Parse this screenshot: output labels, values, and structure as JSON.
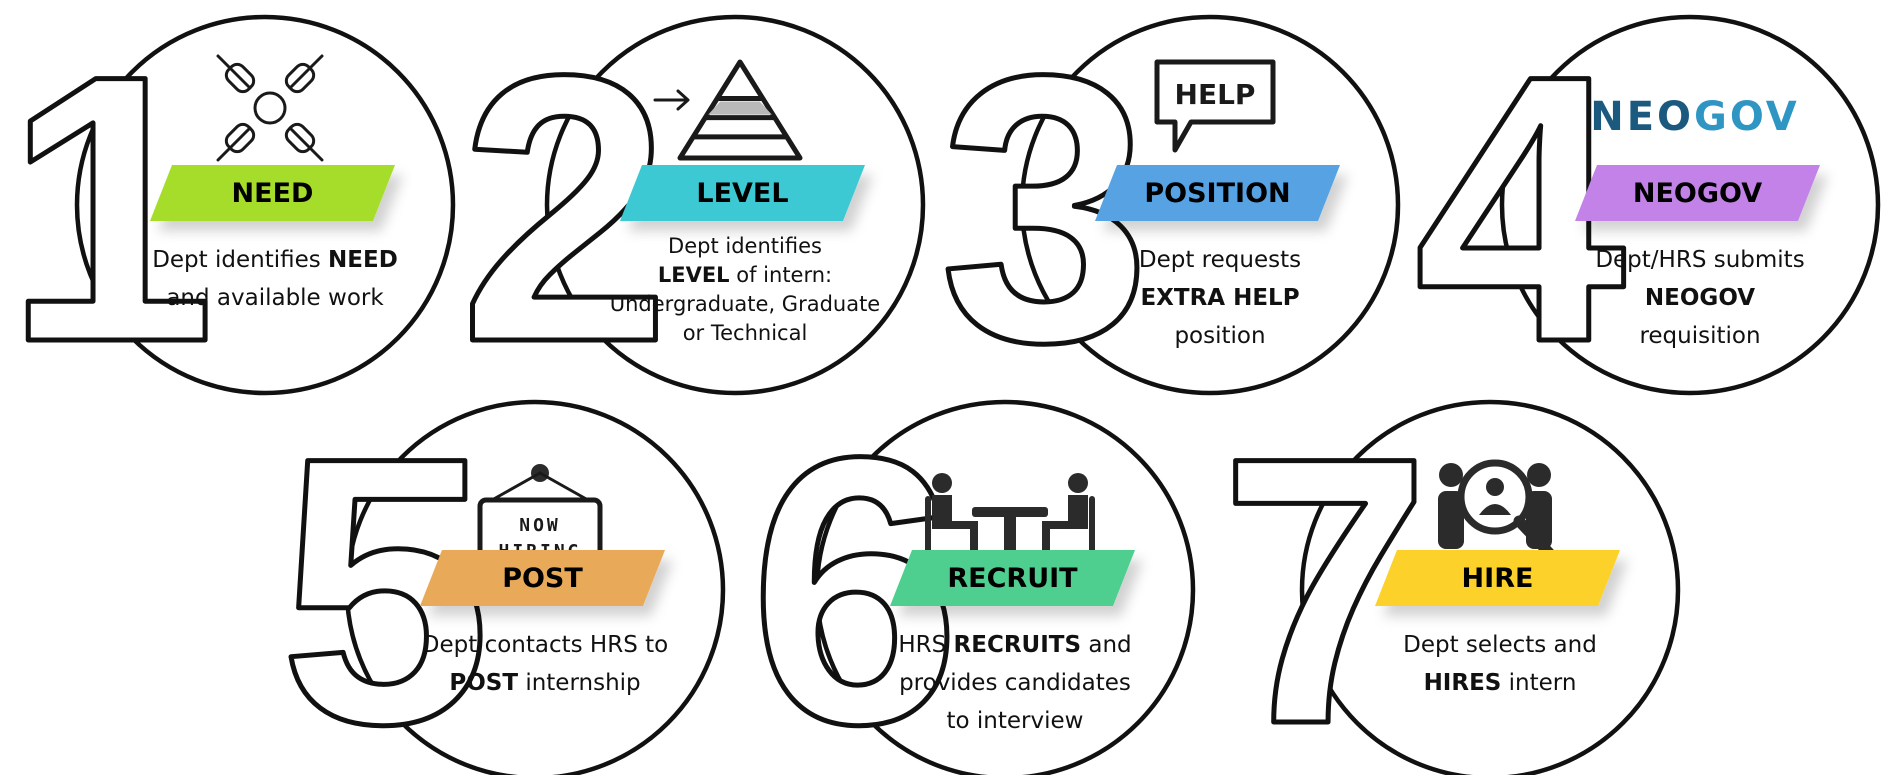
{
  "colors": {
    "need": "#a6dd2a",
    "level": "#3ec9d3",
    "position": "#56a2e3",
    "neogov": "#c282e8",
    "post": "#e8aa58",
    "recruit": "#4fcf8f",
    "hire": "#fbd12a",
    "neogov_logo_primary": "#1b5a7e",
    "neogov_logo_accent": "#2f96c4"
  },
  "steps": [
    {
      "number": "1",
      "banner": "NEED",
      "icon": "hands-teamwork-icon",
      "lines": [
        [
          {
            "t": "Dept identifies ",
            "b": false
          },
          {
            "t": "NEED",
            "b": true
          }
        ],
        [
          {
            "t": "and available work",
            "b": false
          }
        ]
      ]
    },
    {
      "number": "2",
      "banner": "LEVEL",
      "icon": "level-pyramid-icon",
      "lines": [
        [
          {
            "t": "Dept identifies",
            "b": false
          }
        ],
        [
          {
            "t": "LEVEL",
            "b": true
          },
          {
            "t": " of intern:",
            "b": false
          }
        ],
        [
          {
            "t": "Undergraduate, Graduate",
            "b": false
          }
        ],
        [
          {
            "t": "or Technical",
            "b": false
          }
        ]
      ]
    },
    {
      "number": "3",
      "banner": "POSITION",
      "icon": "help-speech-bubble-icon",
      "icon_text": "HELP",
      "lines": [
        [
          {
            "t": "Dept requests",
            "b": false
          }
        ],
        [
          {
            "t": "EXTRA HELP",
            "b": true
          }
        ],
        [
          {
            "t": "position",
            "b": false
          }
        ]
      ]
    },
    {
      "number": "4",
      "banner": "NEOGOV",
      "icon": "neogov-logo",
      "logo_text_1": "NEO",
      "logo_text_2": "GOV",
      "lines": [
        [
          {
            "t": "Dept/HRS submits",
            "b": false
          }
        ],
        [
          {
            "t": "NEOGOV",
            "b": true
          }
        ],
        [
          {
            "t": "requisition",
            "b": false
          }
        ]
      ]
    },
    {
      "number": "5",
      "banner": "POST",
      "icon": "now-hiring-sign-icon",
      "icon_text_1": "NOW",
      "icon_text_2": "HIRING",
      "lines": [
        [
          {
            "t": "Dept contacts HRS to",
            "b": false
          }
        ],
        [
          {
            "t": "POST",
            "b": true
          },
          {
            "t": " internship",
            "b": false
          }
        ]
      ]
    },
    {
      "number": "6",
      "banner": "RECRUIT",
      "icon": "interview-table-icon",
      "lines": [
        [
          {
            "t": "HRS ",
            "b": false
          },
          {
            "t": "RECRUITS",
            "b": true
          },
          {
            "t": " and",
            "b": false
          }
        ],
        [
          {
            "t": "provides candidates",
            "b": false
          }
        ],
        [
          {
            "t": "to interview",
            "b": false
          }
        ]
      ]
    },
    {
      "number": "7",
      "banner": "HIRE",
      "icon": "candidate-search-icon",
      "lines": [
        [
          {
            "t": "Dept selects and",
            "b": false
          }
        ],
        [
          {
            "t": "HIRES",
            "b": true
          },
          {
            "t": " intern",
            "b": false
          }
        ]
      ]
    }
  ]
}
